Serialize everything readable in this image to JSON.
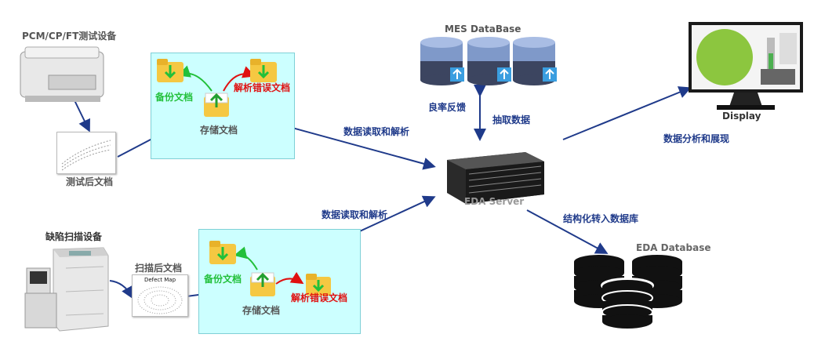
{
  "labels": {
    "pcm_device": "PCM/CP/FT测试设备",
    "tested_file": "测试后文档",
    "backup_top": "备份文档",
    "parse_error_top": "解析错误文档",
    "store_top": "存储文档",
    "read_parse_top": "数据读取和解析",
    "mes_db": "MES DataBase",
    "yield_feedback": "良率反馈",
    "extract_data": "抽取数据",
    "eda_server": "EDA Server",
    "display": "Display",
    "analysis_display": "数据分析和展现",
    "structured_db": "结构化转入数据库",
    "eda_database": "EDA Database",
    "defect_device": "缺陷扫描设备",
    "scanned_file": "扫描后文档",
    "defect_map": "Defect Map",
    "backup_bottom": "备份文档",
    "parse_error_bottom": "解析错误文档",
    "store_bottom": "存储文档",
    "read_parse_bottom": "数据读取和解析"
  },
  "colors": {
    "arrow": "#1f3a8a",
    "panel": "#ccffff",
    "green": "#22c03a",
    "red": "#e01010",
    "db_top": "#7f99c9",
    "db_bottom": "#3c4560"
  },
  "icons": [
    "printer-icon",
    "folder-icon",
    "database-icon",
    "server-icon",
    "monitor-icon",
    "scanner-icon",
    "document-icon"
  ]
}
